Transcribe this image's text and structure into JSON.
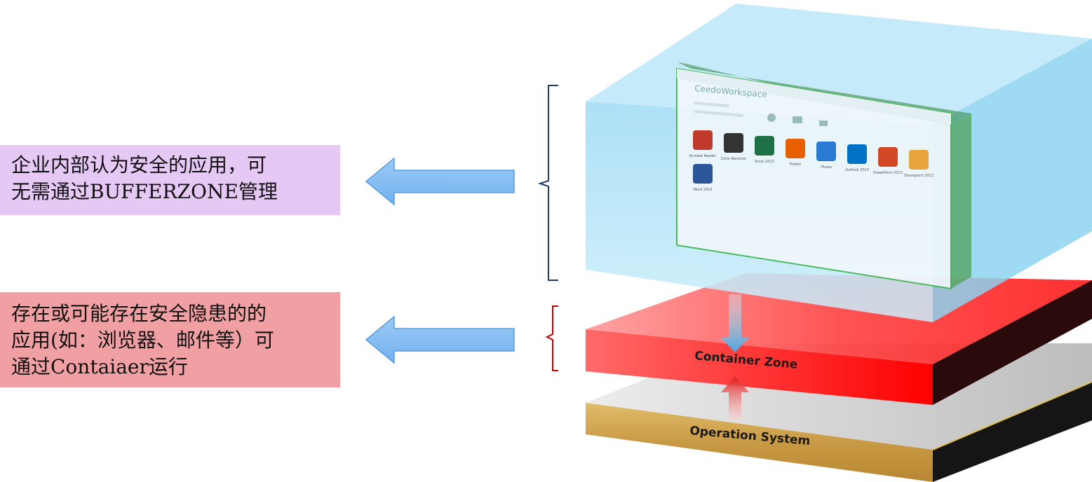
{
  "labels": {
    "safe_apps": {
      "line1": "企业内部认为安全的应用，可",
      "line2": "无需通过BUFFERZONE管理",
      "bg": "#e6c8f5"
    },
    "risky_apps": {
      "line1": "存在或可能存在安全隐患的的",
      "line2": "应用(如：浏览器、邮件等）可",
      "line3": "通过Contaiaer运行",
      "bg": "#f0a0a2"
    }
  },
  "layers": {
    "container_zone": "Container Zone",
    "operation_system": "Operation System",
    "container_color": "#ff2a2a",
    "os_color": "#c8a050",
    "workspace_color": "#aee3f7"
  },
  "workspace_window": {
    "title": "CeedoWorkspace",
    "apps": [
      {
        "name": "Acrobat Reader",
        "icon": "pdf-icon",
        "color": "#c0392b"
      },
      {
        "name": "Citrix Receiver",
        "icon": "citrix-icon",
        "color": "#333333"
      },
      {
        "name": "Excel 2013",
        "icon": "excel-icon",
        "color": "#1e7145"
      },
      {
        "name": "Firefox",
        "icon": "firefox-icon",
        "color": "#e66000"
      },
      {
        "name": "iTunes",
        "icon": "itunes-icon",
        "color": "#2a7ad5"
      },
      {
        "name": "Outlook 2013",
        "icon": "outlook-icon",
        "color": "#0072c6"
      },
      {
        "name": "PowerPoint 2013",
        "icon": "powerpoint-icon",
        "color": "#d24726"
      },
      {
        "name": "Sharepoint 2013",
        "icon": "sharepoint-icon",
        "color": "#e8a33a"
      },
      {
        "name": "Word 2013",
        "icon": "word-icon",
        "color": "#2b579a"
      }
    ]
  }
}
